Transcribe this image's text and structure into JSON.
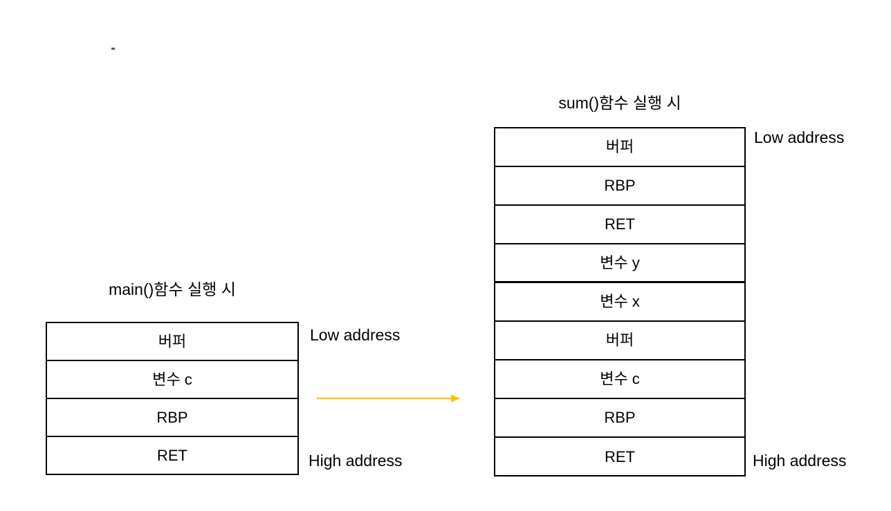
{
  "diagram": {
    "title_left": "main()함수 실행 시",
    "title_right": "sum()함수 실행 시",
    "arrow_color": "#FFC000",
    "border_color": "#000000",
    "text_color": "#000000",
    "background": "#FFFFFF",
    "labels": {
      "low_address": "Low address",
      "high_address": "High address"
    },
    "stacks": [
      {
        "id": "main-stack",
        "title": "main()함수 실행 시",
        "low_address": "Low address",
        "high_address": "High address",
        "rows": [
          {
            "label": "버퍼",
            "emphasized_bottom": false
          },
          {
            "label": "변수 c",
            "emphasized_bottom": false
          },
          {
            "label": "RBP",
            "emphasized_bottom": false
          },
          {
            "label": "RET",
            "emphasized_bottom": false
          }
        ]
      },
      {
        "id": "sum-stack",
        "title": "sum()함수 실행 시",
        "low_address": "Low address",
        "high_address": "High address",
        "rows": [
          {
            "label": "버퍼",
            "emphasized_bottom": false
          },
          {
            "label": "RBP",
            "emphasized_bottom": false
          },
          {
            "label": "RET",
            "emphasized_bottom": false
          },
          {
            "label": "변수 y",
            "emphasized_bottom": true
          },
          {
            "label": "변수 x",
            "emphasized_bottom": false
          },
          {
            "label": "버퍼",
            "emphasized_bottom": false
          },
          {
            "label": "변수 c",
            "emphasized_bottom": false
          },
          {
            "label": "RBP",
            "emphasized_bottom": false
          },
          {
            "label": "RET",
            "emphasized_bottom": false
          }
        ]
      }
    ]
  }
}
